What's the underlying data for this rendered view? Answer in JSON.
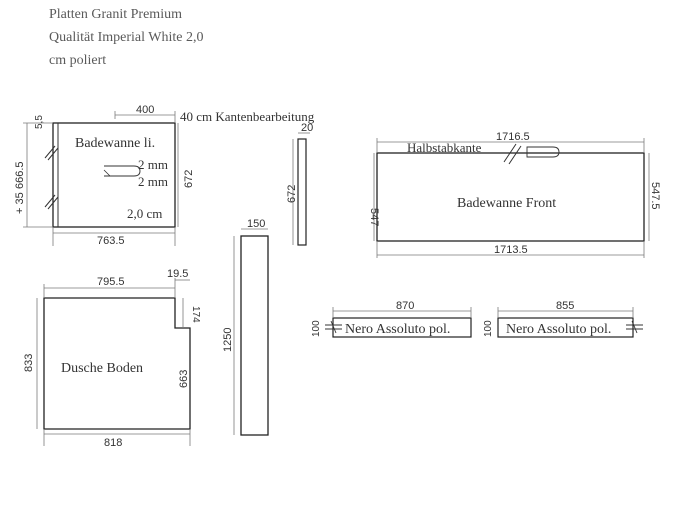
{
  "header": {
    "line1": "Platten Granit Premium",
    "line2": "Qualität Imperial White 2,0",
    "line3": "cm poliert"
  },
  "colors": {
    "ink": "#333333",
    "dim_line": "#7a7a7a",
    "outline": "#222222",
    "paper": "#ffffff"
  },
  "parts": {
    "badewanne_li": {
      "label": "Badewanne li.",
      "dim_top": "400",
      "edge_note": "40 cm Kantenbearbeitung",
      "dim_left_small": "5,5",
      "dim_left_main": "666.5",
      "dim_left_extra": "+ 35",
      "dim_right": "672",
      "dim_bottom": "763.5",
      "note_a": "2 mm",
      "note_b": "2 mm",
      "thickness": "2,0 cm"
    },
    "strip_20": {
      "dim_top": "20",
      "dim_left": "672"
    },
    "badewanne_front": {
      "label": "Badewanne Front",
      "edge_label": "Halbstabkante",
      "dim_top": "1716.5",
      "dim_bottom": "1713.5",
      "dim_left": "547",
      "dim_right": "547.5"
    },
    "dusche_boden": {
      "label": "Dusche Boden",
      "dim_top": "795.5",
      "dim_notch_w": "19.5",
      "dim_notch_h": "174",
      "dim_left": "833",
      "dim_right": "663",
      "dim_bottom": "818"
    },
    "panel_150": {
      "dim_top": "150",
      "dim_left": "1250"
    },
    "nero_1": {
      "label": "Nero Assoluto pol.",
      "dim_top": "870",
      "dim_left": "100"
    },
    "nero_2": {
      "label": "Nero Assoluto pol.",
      "dim_top": "855",
      "dim_left": "100"
    }
  }
}
